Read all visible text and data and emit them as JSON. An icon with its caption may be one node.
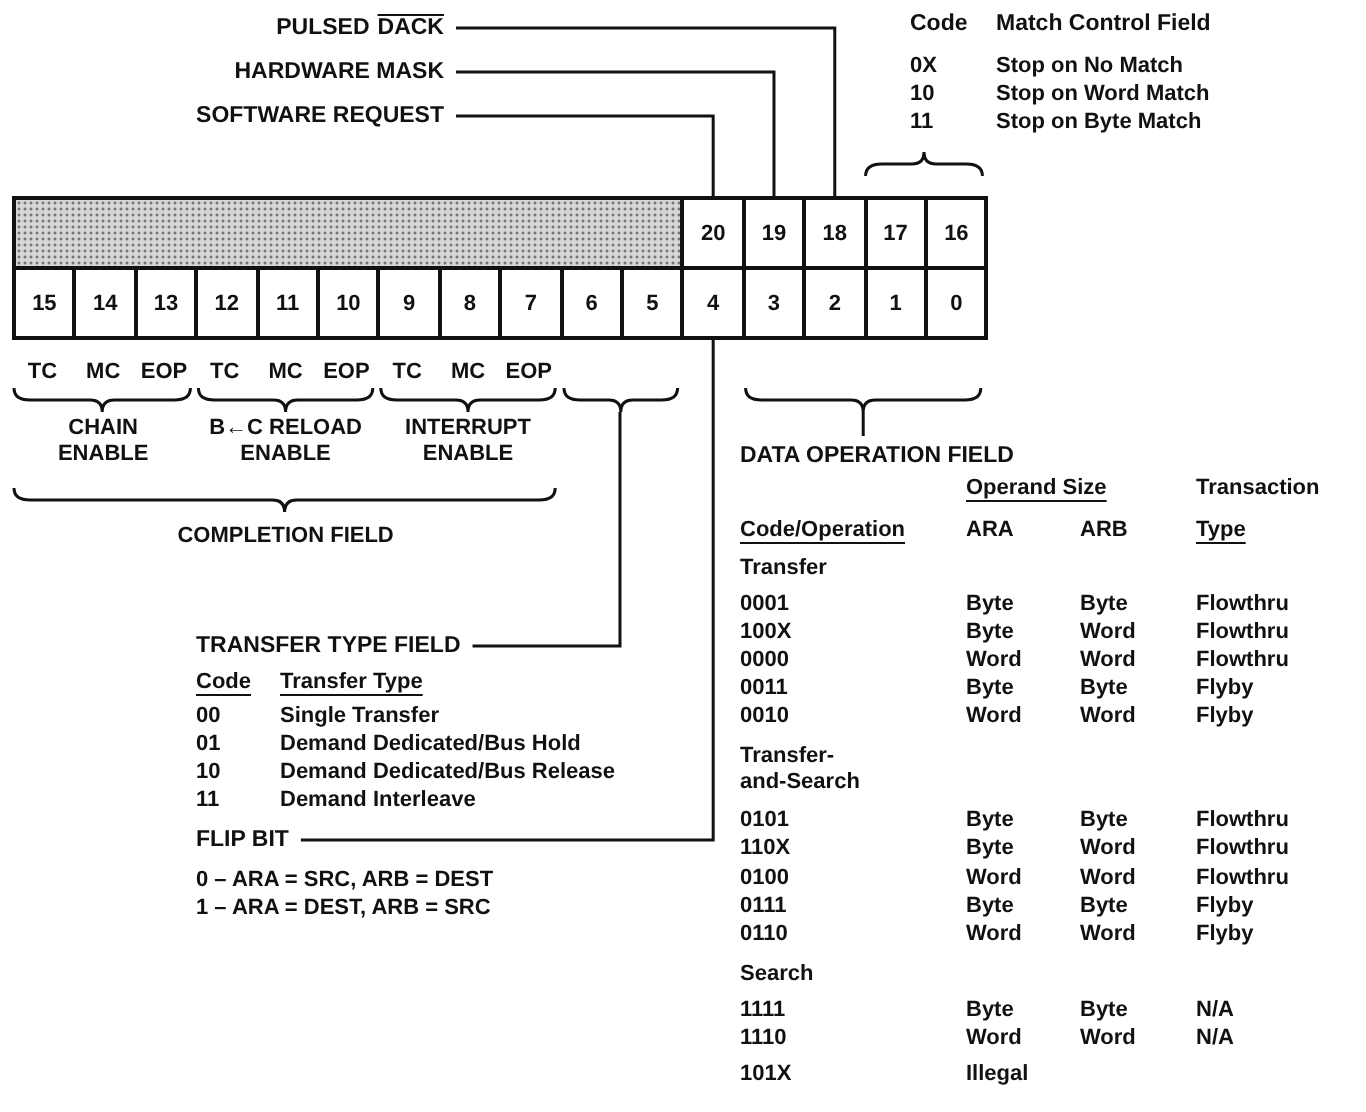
{
  "diagram": {
    "nodes": [
      {
        "text": [
          "PULSED",
          "DACK"
        ]
      },
      {
        "text": [
          "HARDWARE MASK"
        ]
      },
      {
        "text": [
          "SOFTWARE REQUEST"
        ]
      },
      {
        "text": [],
        "shape": "box"
      },
      {
        "text": [
          "20"
        ]
      },
      {
        "text": [
          "19"
        ]
      },
      {
        "text": [
          "18"
        ]
      },
      {
        "text": [
          "17"
        ]
      },
      {
        "text": [
          "16"
        ]
      },
      {
        "text": [
          "15"
        ]
      },
      {
        "text": [
          "14"
        ]
      },
      {
        "text": [
          "13"
        ]
      },
      {
        "text": [
          "12"
        ]
      },
      {
        "text": [
          "11"
        ]
      },
      {
        "text": [
          "10"
        ]
      },
      {
        "text": [
          "9"
        ]
      },
      {
        "text": [
          "8"
        ]
      },
      {
        "text": [
          "7"
        ]
      },
      {
        "text": [
          "6"
        ]
      },
      {
        "text": [
          "5"
        ]
      },
      {
        "text": [
          "4"
        ]
      },
      {
        "text": [
          "3"
        ]
      },
      {
        "text": [
          "2"
        ]
      },
      {
        "text": [
          "1"
        ]
      },
      {
        "text": [
          "0"
        ]
      },
      {
        "text": [
          "TRANSFER TYPE FIELD"
        ]
      },
      {
        "text": [
          "FLIP BIT"
        ]
      },
      {
        "text": [],
        "shape": "brace"
      }
    ],
    "edges": [
      {
        "from": 0,
        "to": 6,
        "arrow": "none"
      },
      {
        "from": 1,
        "to": 5,
        "arrow": "none"
      },
      {
        "from": 2,
        "to": 4,
        "arrow": "none"
      },
      {
        "from": 25,
        "to": 27,
        "arrow": "none"
      },
      {
        "from": 26,
        "to": 20,
        "arrow": "none"
      }
    ],
    "labels": [
      "Code",
      "Match Control Field",
      "0X",
      "Stop on No Match",
      "10",
      "Stop on Word Match",
      "11",
      "Stop on Byte Match",
      "TC",
      "MC",
      "EOP",
      "TC",
      "MC",
      "EOP",
      "TC",
      "MC",
      "EOP",
      "CHAIN ENABLE",
      "B←C RELOAD ENABLE",
      "INTERRUPT ENABLE",
      "COMPLETION FIELD",
      "DATA OPERATION FIELD",
      "Operand Size",
      "Transaction",
      "Code/Operation",
      "ARA",
      "ARB",
      "Type",
      "Transfer",
      "0001",
      "Byte",
      "Byte",
      "Flowthru",
      "100X",
      "Byte",
      "Word",
      "Flowthru",
      "0000",
      "Word",
      "Word",
      "Flowthru",
      "0011",
      "Byte",
      "Byte",
      "Flyby",
      "0010",
      "Word",
      "Word",
      "Flyby",
      "Transfer- and-Search",
      "0101",
      "Byte",
      "Byte",
      "Flowthru",
      "110X",
      "Byte",
      "Word",
      "Flowthru",
      "0100",
      "Word",
      "Word",
      "Flowthru",
      "0111",
      "Byte",
      "Byte",
      "Flyby",
      "0110",
      "Word",
      "Word",
      "Flyby",
      "Search",
      "1111",
      "Byte",
      "Byte",
      "N/A",
      "1110",
      "Word",
      "Word",
      "N/A",
      "101X",
      "Illegal",
      "Code",
      "Transfer Type",
      "00",
      "Single Transfer",
      "01",
      "Demand Dedicated/Bus Hold",
      "10",
      "Demand Dedicated/Bus Release",
      "11",
      "Demand Interleave",
      "0 – ARA = SRC, ARB = DEST",
      "1 – ARA = DEST, ARB = SRC"
    ]
  }
}
